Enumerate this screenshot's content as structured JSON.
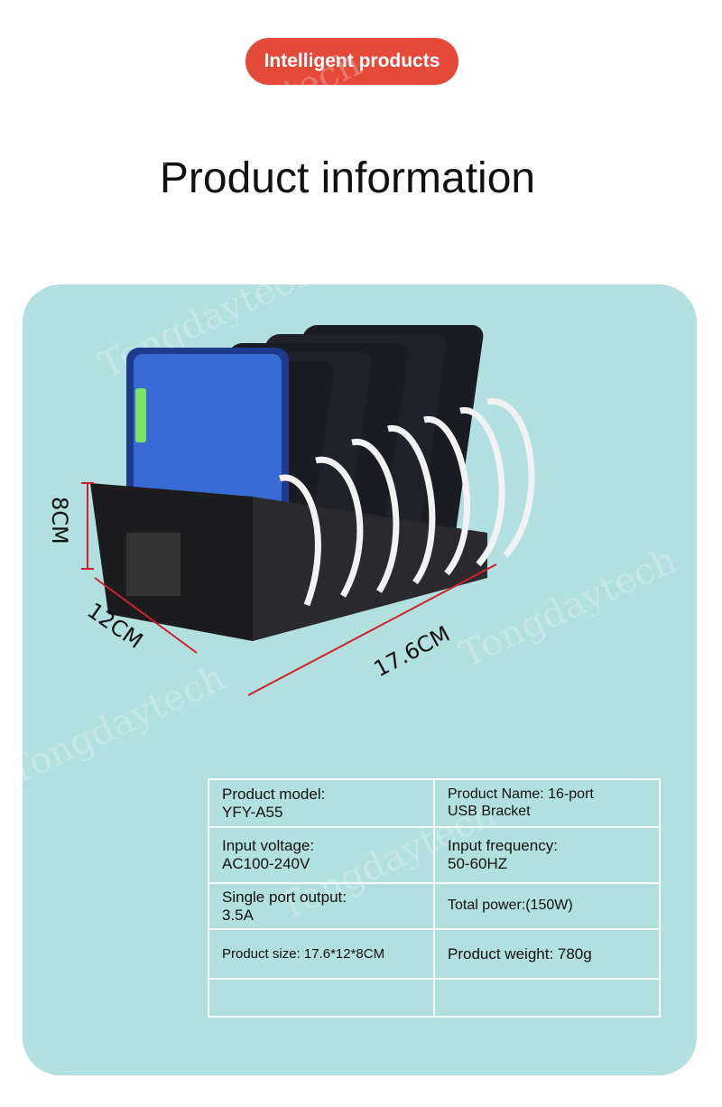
{
  "badge": "Intelligent products",
  "title": "Product information",
  "watermark": "Tongdaytech",
  "colors": {
    "badge": "#e5493a",
    "panel": "#b2dfdf",
    "dimension_line": "#d0202a"
  },
  "dimensions": {
    "height": "8CM",
    "depth": "12CM",
    "width": "17.6CM"
  },
  "specs": [
    [
      "Product model:\nYFY-A55",
      "Product Name: 16-port\nUSB Bracket"
    ],
    [
      "Input voltage:\nAC100-240V",
      "Input frequency:\n50-60HZ"
    ],
    [
      "Single port output:\n3.5A",
      "Total power:(150W)"
    ],
    [
      "Product size: 17.6*12*8CM",
      "Product weight: 780g"
    ],
    [
      "",
      ""
    ]
  ]
}
